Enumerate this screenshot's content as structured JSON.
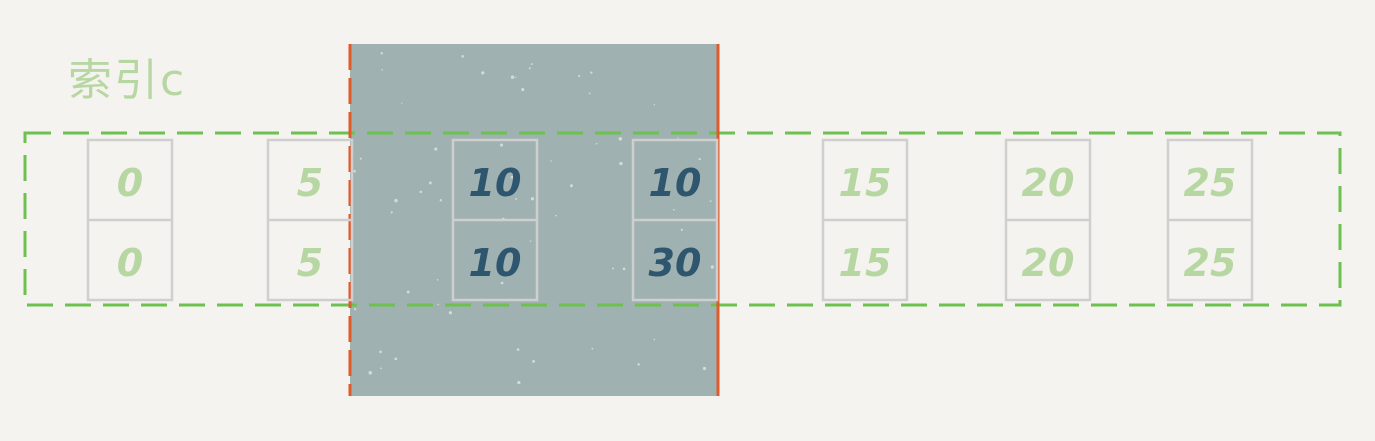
{
  "title": "索引c",
  "colors": {
    "background": "#f4f3ef",
    "highlight_fill": "#9fb1b1",
    "boundary_line": "#e05a2b",
    "dashed_frame": "#6cc14f",
    "box_border": "#cfcfcf",
    "value_light": "#b7d7a2",
    "value_dark": "#2f566f"
  },
  "entries": [
    {
      "top": "0",
      "bottom": "0",
      "highlighted": false
    },
    {
      "top": "5",
      "bottom": "5",
      "highlighted": false
    },
    {
      "top": "10",
      "bottom": "10",
      "highlighted": true
    },
    {
      "top": "10",
      "bottom": "30",
      "highlighted": true
    },
    {
      "top": "15",
      "bottom": "15",
      "highlighted": false
    },
    {
      "top": "20",
      "bottom": "20",
      "highlighted": false
    },
    {
      "top": "25",
      "bottom": "25",
      "highlighted": false
    }
  ]
}
